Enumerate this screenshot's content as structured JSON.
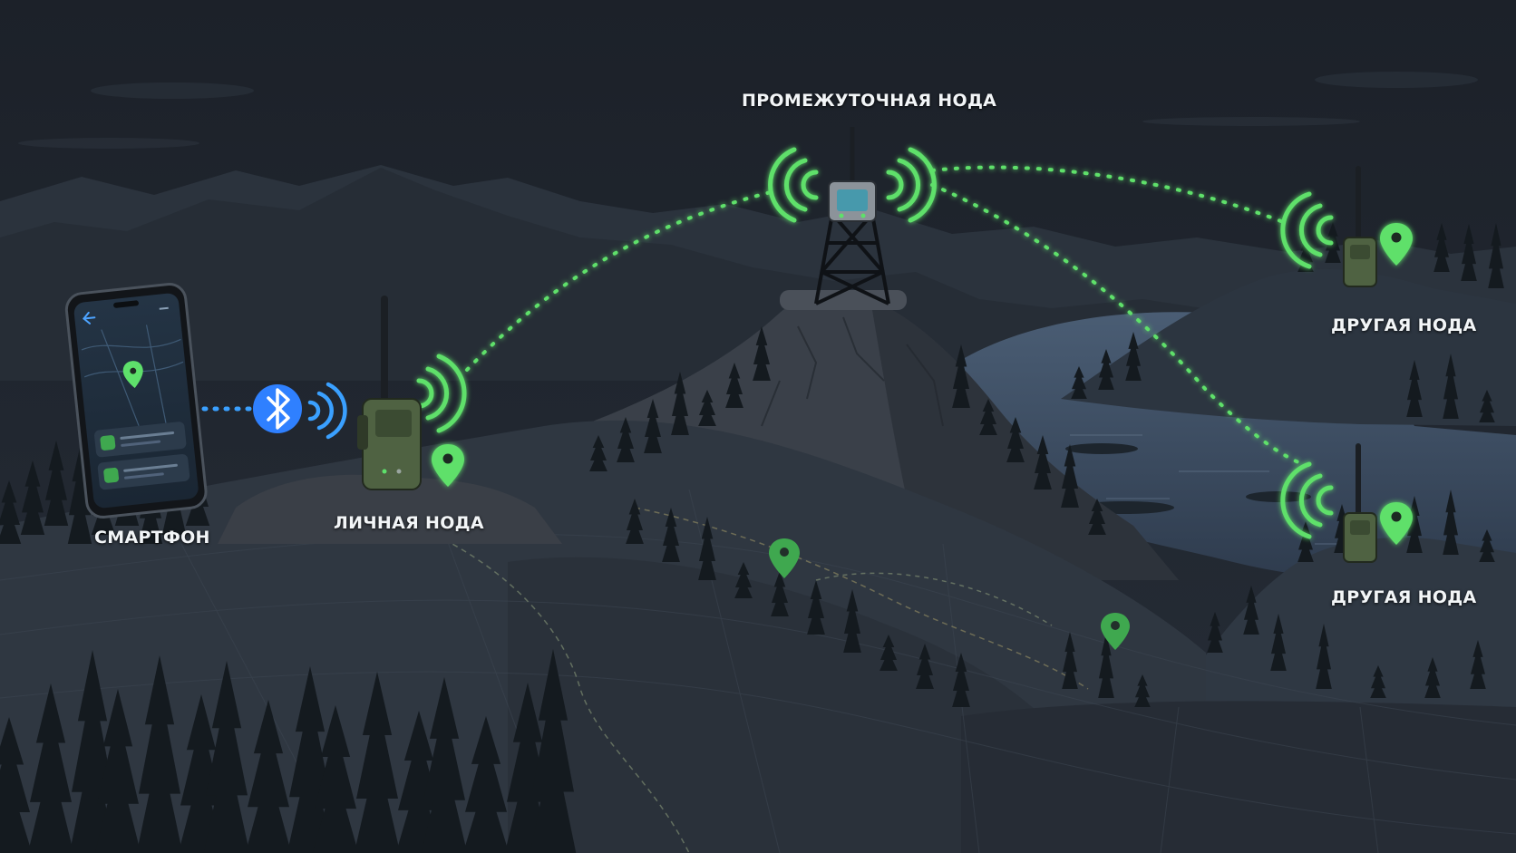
{
  "labels": {
    "smartphone": "СМАРТФОН",
    "personal_node": "ЛИЧНАЯ НОДА",
    "relay_node": "ПРОМЕЖУТОЧНАЯ НОДА",
    "other_node_1": "ДРУГАЯ НОДА",
    "other_node_2": "ДРУГАЯ НОДА"
  },
  "colors": {
    "mesh_link": "#5ee06b",
    "bluetooth": "#2f80ff",
    "night_sky": "#1b2129",
    "water": "#3c4d63"
  },
  "icons": [
    "bluetooth-icon",
    "location-pin-icon",
    "radio-wave-icon",
    "back-arrow-icon",
    "menu-icon"
  ]
}
